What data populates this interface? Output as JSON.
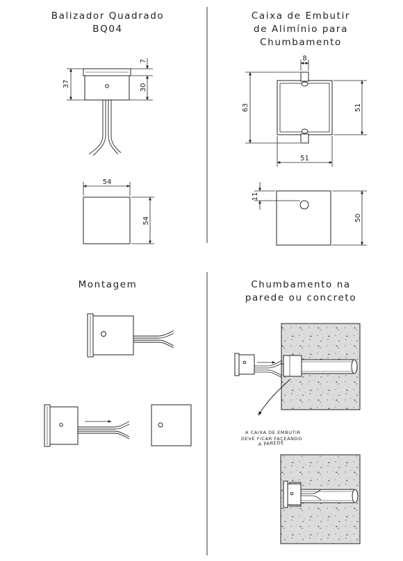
{
  "sections": {
    "balizador": {
      "title_line1": "Balizador Quadrado",
      "title_line2": "BQ04",
      "dims": {
        "height_total": "37",
        "top_lip": "7",
        "body_height": "30",
        "front_width": "54",
        "front_height": "54"
      }
    },
    "caixa": {
      "title_line1": "Caixa de Embutir",
      "title_line2": "de Alimínio para",
      "title_line3": "Chumbamento",
      "dims": {
        "tab_width": "8",
        "outer_height": "63",
        "inner_height": "51",
        "width": "51",
        "hole_offset": "11",
        "front_height": "50"
      }
    },
    "montagem": {
      "title": "Montagem"
    },
    "chumbamento": {
      "title_line1": "Chumbamento na",
      "title_line2": "parede ou concreto",
      "note_line1": "A CAIXA DE EMBUTIR",
      "note_line2": "DEVE FICAR FACEANDO",
      "note_line3": "A PAREDE"
    }
  },
  "colors": {
    "line": "#222222",
    "divider": "#555555",
    "concrete": "#d9d9d9"
  }
}
